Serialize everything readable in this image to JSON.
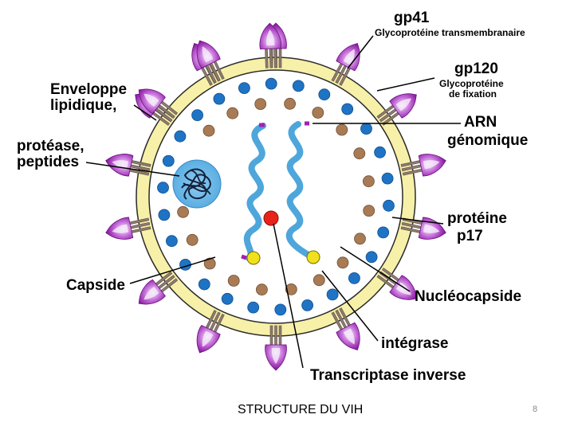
{
  "labels": {
    "gp41": "gp41",
    "gp41_desc": "Glycoprotéine transmembranaire",
    "gp120": "gp120",
    "gp120_desc_1": "Glycoprotéine",
    "gp120_desc_2": "de fixation",
    "enveloppe_1": "Enveloppe",
    "enveloppe_2": "lipidique,",
    "protease_1": "protéase,",
    "protease_2": "peptides",
    "arn_1": "ARN",
    "arn_2": "génomique",
    "p17_1": "protéine",
    "p17_2": "p17",
    "capside": "Capside",
    "nucleocapside": "Nucléocapside",
    "integrase": "intégrase",
    "transcriptase": "Transcriptase inverse"
  },
  "caption": "STRUCTURE DU VIH",
  "page_number": "8",
  "colors": {
    "envelope": "#f7f0a9",
    "spike_purple": "#a51fb5",
    "spike_light": "#e6c3f1",
    "stalk": "#8c7b6e",
    "blue_dot": "#1f73c4",
    "brown_dot": "#a87b55",
    "rna": "#4ea6db",
    "protease_blob": "#6cb7e8",
    "red_dot": "#e8231a",
    "yellow_dot": "#f1e11c"
  },
  "icons": {
    "spike": "glycoprotein-spike-icon",
    "blob": "protease-blob-icon"
  }
}
